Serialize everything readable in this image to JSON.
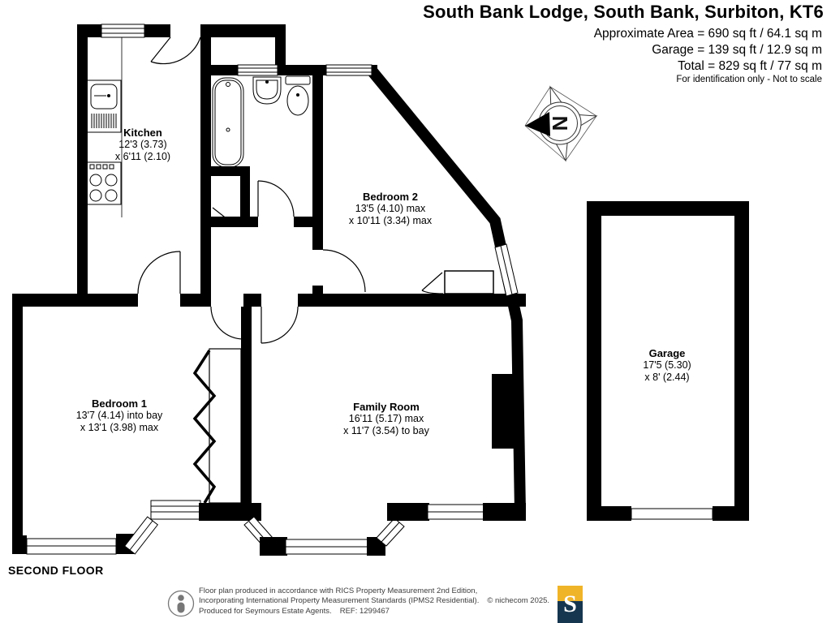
{
  "header": {
    "title": "South Bank Lodge, South Bank, Surbiton, KT6",
    "area_line1": "Approximate Area = 690 sq ft / 64.1 sq m",
    "area_line2": "Garage = 139 sq ft / 12.9 sq m",
    "area_line3": "Total = 829 sq ft / 77 sq m",
    "disclaimer": "For identification only - Not to scale"
  },
  "compass": {
    "letter": "N"
  },
  "rooms": {
    "kitchen": {
      "name": "Kitchen",
      "dim1": "12'3 (3.73)",
      "dim2": "x 6'11 (2.10)"
    },
    "bedroom2": {
      "name": "Bedroom 2",
      "dim1": "13'5 (4.10) max",
      "dim2": "x 10'11 (3.34) max"
    },
    "bedroom1": {
      "name": "Bedroom 1",
      "dim1": "13'7 (4.14) into bay",
      "dim2": "x 13'1 (3.98) max"
    },
    "family_room": {
      "name": "Family Room",
      "dim1": "16'11 (5.17) max",
      "dim2": "x 11'7 (3.54) to bay"
    },
    "garage": {
      "name": "Garage",
      "dim1": "17'5 (5.30)",
      "dim2": "x 8' (2.44)"
    }
  },
  "floor_label": "SECOND FLOOR",
  "footer": {
    "line1": "Floor plan produced in accordance with RICS Property Measurement 2nd Edition,",
    "line2": "Incorporating International Property Measurement Standards (IPMS2 Residential).",
    "copyright": "© nichecom 2025.",
    "line3": "Produced for Seymours Estate Agents.",
    "ref": "REF: 1299467",
    "logo_letter": "S"
  },
  "colors": {
    "wall": "#000000",
    "logo_gold": "#F0B429",
    "logo_navy": "#16364F",
    "footer_text": "#3d3d3d"
  }
}
